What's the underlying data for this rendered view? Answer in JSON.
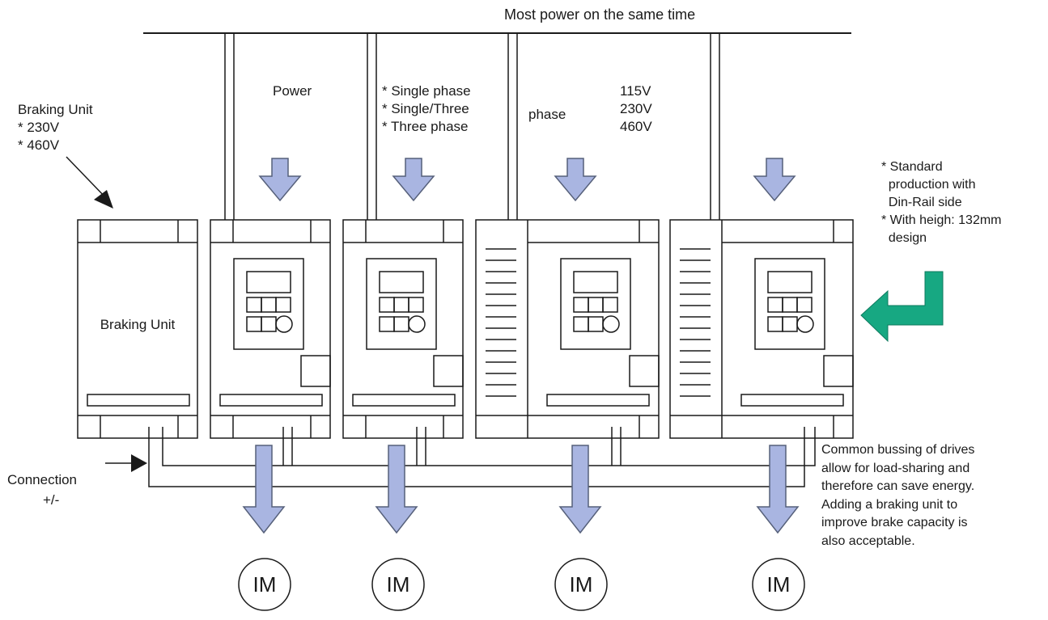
{
  "title": "Most power on the same time",
  "braking_note": {
    "heading": "Braking Unit",
    "lines": [
      "* 230V",
      "* 460V"
    ]
  },
  "power_label": "Power",
  "phase_lines": [
    "* Single phase",
    "* Single/Three",
    "* Three phase"
  ],
  "phase_word": "phase",
  "voltages": [
    "115V",
    "230V",
    "460V"
  ],
  "standard_note": "* Standard\n  production with\n  Din-Rail side\n* With heigh: 132mm\n  design",
  "braking_unit_label": "Braking Unit",
  "connection_label": "Connection",
  "connection_sign": "+/-",
  "common_bus_note": "Common bussing of drives\nallow for load-sharing and\ntherefore can save energy.\nAdding a braking unit to\nimprove brake capacity is\nalso acceptable.",
  "motors": [
    "IM",
    "IM",
    "IM",
    "IM"
  ],
  "colors": {
    "arrow_fill": "#a9b5e1",
    "arrow_stroke": "#56607a",
    "rotate_arrow": "#17a882",
    "line": "#1a1a1a"
  }
}
